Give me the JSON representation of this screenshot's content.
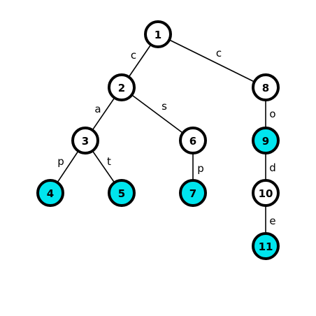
{
  "colors": {
    "terminal_fill": "#00e5ee",
    "normal_fill": "#ffffff",
    "stroke": "#000000"
  },
  "nodes": [
    {
      "id": "1",
      "label": "1",
      "terminal": false
    },
    {
      "id": "2",
      "label": "2",
      "terminal": false
    },
    {
      "id": "3",
      "label": "3",
      "terminal": false
    },
    {
      "id": "4",
      "label": "4",
      "terminal": true
    },
    {
      "id": "5",
      "label": "5",
      "terminal": true
    },
    {
      "id": "6",
      "label": "6",
      "terminal": false
    },
    {
      "id": "7",
      "label": "7",
      "terminal": true
    },
    {
      "id": "8",
      "label": "8",
      "terminal": false
    },
    {
      "id": "9",
      "label": "9",
      "terminal": true
    },
    {
      "id": "10",
      "label": "10",
      "terminal": false
    },
    {
      "id": "11",
      "label": "11",
      "terminal": true
    }
  ],
  "edges": [
    {
      "from": "1",
      "to": "2",
      "label": "c"
    },
    {
      "from": "1",
      "to": "8",
      "label": "c"
    },
    {
      "from": "2",
      "to": "3",
      "label": "a"
    },
    {
      "from": "2",
      "to": "6",
      "label": "s"
    },
    {
      "from": "3",
      "to": "4",
      "label": "p"
    },
    {
      "from": "3",
      "to": "5",
      "label": "t"
    },
    {
      "from": "6",
      "to": "7",
      "label": "p"
    },
    {
      "from": "8",
      "to": "9",
      "label": "o"
    },
    {
      "from": "9",
      "to": "10",
      "label": "d"
    },
    {
      "from": "10",
      "to": "11",
      "label": "e"
    }
  ]
}
